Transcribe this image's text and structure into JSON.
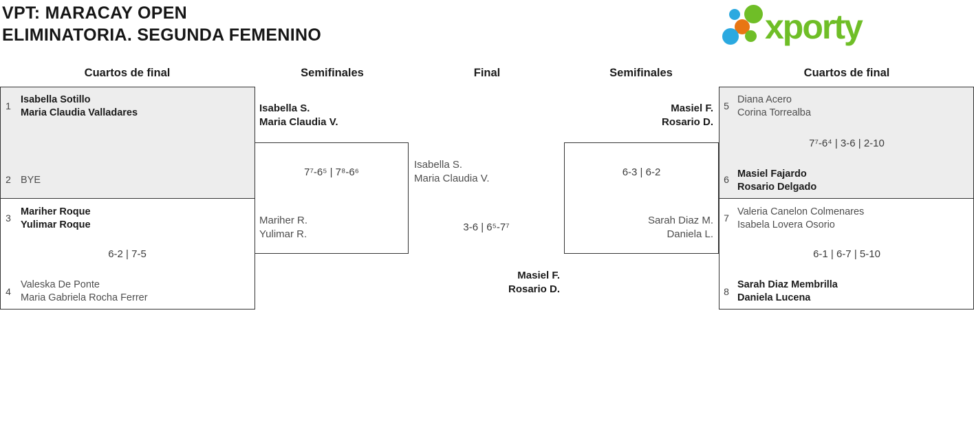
{
  "header": {
    "title_line1": "VPT: MARACAY OPEN",
    "title_line2": "ELIMINATORIA. SEGUNDA FEMENINO"
  },
  "logo": {
    "brand": "xporty"
  },
  "columns": {
    "qf_left": "Cuartos de final",
    "sf_left": "Semifinales",
    "final": "Final",
    "sf_right": "Semifinales",
    "qf_right": "Cuartos de final"
  },
  "bracket": {
    "qf_left": {
      "match_1_2": {
        "seed_top": "1",
        "top_line1": "Isabella Sotillo",
        "top_line2": "Maria Claudia Valladares",
        "seed_bottom": "2",
        "bottom_line1": "BYE"
      },
      "match_3_4": {
        "seed_top": "3",
        "top_line1": "Mariher Roque",
        "top_line2": "Yulimar Roque",
        "score": "6-2 | 7-5",
        "seed_bottom": "4",
        "bottom_line1": "Valeska De Ponte",
        "bottom_line2": "Maria Gabriela Rocha Ferrer"
      }
    },
    "sf_left": {
      "top_line1": "Isabella S.",
      "top_line2": "Maria Claudia V.",
      "score": "7⁷-6⁵ | 7⁸-6⁶",
      "bottom_line1": "Mariher R.",
      "bottom_line2": "Yulimar R."
    },
    "final": {
      "top_line1": "Isabella S.",
      "top_line2": "Maria Claudia V.",
      "score": "3-6 | 6⁵-7⁷",
      "winner_line1": "Masiel F.",
      "winner_line2": "Rosario D."
    },
    "sf_right": {
      "top_line1": "Masiel F.",
      "top_line2": "Rosario D.",
      "score": "6-3 | 6-2",
      "bottom_line1": "Sarah Diaz M.",
      "bottom_line2": "Daniela L."
    },
    "qf_right": {
      "match_5_6": {
        "seed_top": "5",
        "top_line1": "Diana Acero",
        "top_line2": "Corina Torrealba",
        "score": "7⁷-6⁴ | 3-6 | 2-10",
        "seed_bottom": "6",
        "bottom_line1": "Masiel Fajardo",
        "bottom_line2": "Rosario Delgado"
      },
      "match_7_8": {
        "seed_top": "7",
        "top_line1": "Valeria Canelon Colmenares",
        "top_line2": "Isabela Lovera Osorio",
        "score": "6-1 | 6-7 | 5-10",
        "seed_bottom": "8",
        "bottom_line1": "Sarah Diaz Membrilla",
        "bottom_line2": "Daniela Lucena"
      }
    }
  },
  "colors": {
    "brand_green": "#6fbe27",
    "brand_blue": "#2ba9e0",
    "brand_orange": "#e87613",
    "box_gray": "#ededed",
    "border": "#333333"
  }
}
